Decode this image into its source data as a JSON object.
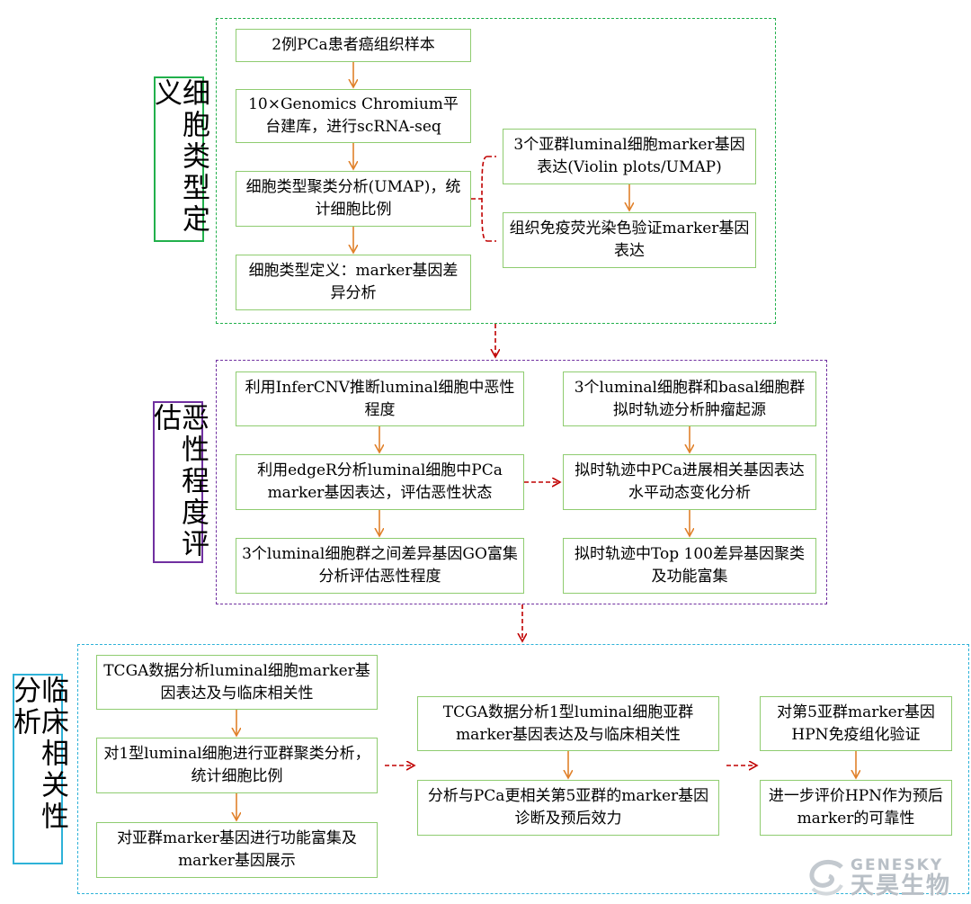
{
  "sections": {
    "cell_type": {
      "label": "细胞类型定义",
      "boxes": {
        "b1": "2例PCa患者癌组织样本",
        "b2": "10×Genomics Chromium平台建库，进行scRNA-seq",
        "b3": "细胞类型聚类分析(UMAP)，统计细胞比例",
        "b4": "细胞类型定义：marker基因差异分析",
        "b5": "3个亚群luminal细胞marker基因表达(Violin plots/UMAP)",
        "b6": "组织免疫荧光染色验证marker基因表达"
      }
    },
    "malignancy": {
      "label": "恶性程度评估",
      "boxes": {
        "b1": "利用InferCNV推断luminal细胞中恶性程度",
        "b2": "利用edgeR分析luminal细胞中PCa marker基因表达，评估恶性状态",
        "b3": "3个luminal细胞群之间差异基因GO富集分析评估恶性程度",
        "b4": "3个luminal细胞群和basal细胞群拟时轨迹分析肿瘤起源",
        "b5": "拟时轨迹中PCa进展相关基因表达水平动态变化分析",
        "b6": "拟时轨迹中Top 100差异基因聚类及功能富集"
      }
    },
    "clinical": {
      "label": "临床相关性分析",
      "boxes": {
        "b1": "TCGA数据分析luminal细胞marker基因表达及与临床相关性",
        "b2": "对1型luminal细胞进行亚群聚类分析，统计细胞比例",
        "b3": "对亚群marker基因进行功能富集及marker基因展示",
        "b4": "TCGA数据分析1型luminal细胞亚群marker基因表达及与临床相关性",
        "b5": "分析与PCa更相关第5亚群的marker基因诊断及预后效力",
        "b6": "对第5亚群marker基因HPN免疫组化验证",
        "b7": "进一步评价HPN作为预后marker的可靠性"
      }
    }
  },
  "logo": {
    "en": "GENESKY",
    "cn": "天昊生物"
  },
  "colors": {
    "green": "#22b04c",
    "purple": "#7030a0",
    "cyan": "#2eb2d8",
    "box_border": "#8fcc70",
    "arrow_orange": "#e0802a",
    "arrow_red": "#c00000"
  }
}
